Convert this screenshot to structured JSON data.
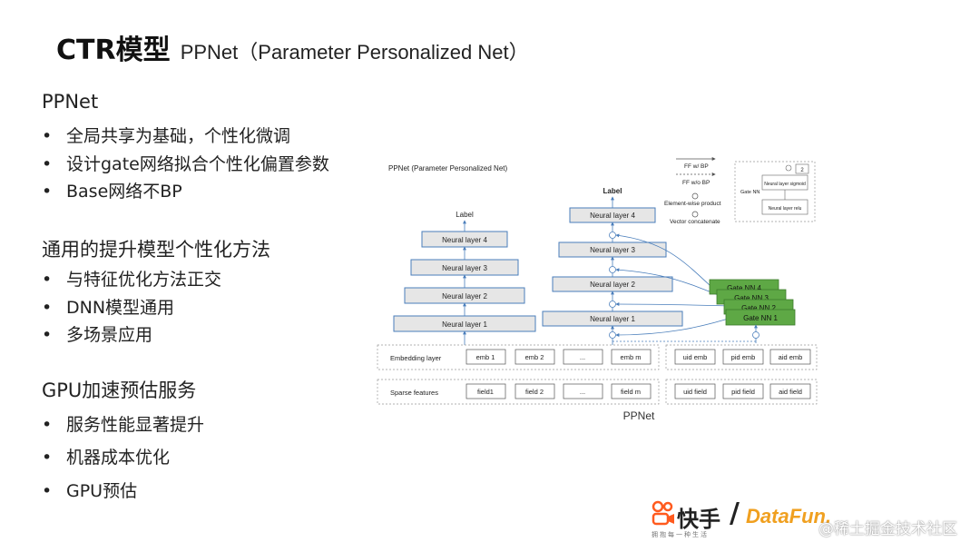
{
  "title": {
    "main": "CTR模型",
    "sub": "PPNet（Parameter Personalized Net）"
  },
  "sections": [
    {
      "heading": "PPNet",
      "bullets": [
        "全局共享为基础，个性化微调",
        "设计gate网络拟合个性化偏置参数",
        "Base网络不BP"
      ]
    },
    {
      "heading": "通用的提升模型个性化方法",
      "bullets": [
        "与特征优化方法正交",
        "DNN模型通用",
        "多场景应用"
      ]
    },
    {
      "heading": "GPU加速预估服务",
      "bullets": [
        "服务性能显著提升",
        "机器成本优化",
        "GPU预估"
      ]
    }
  ],
  "bullet_char": "•",
  "diagram": {
    "header": "PPNet (Parameter Personalized Net)",
    "left_net": {
      "label": "Label",
      "layers": [
        "Neural layer 4",
        "Neural layer 3",
        "Neural layer 2",
        "Neural layer 1"
      ]
    },
    "right_net": {
      "label": "Label",
      "layers": [
        "Neural layer 4",
        "Neural layer 3",
        "Neural layer 2",
        "Neural layer 1"
      ]
    },
    "gates": [
      "Gate NN 4",
      "Gate NN 3",
      "Gate NN 2",
      "Gate NN 1"
    ],
    "legend": {
      "ff_bp": "FF w/ BP",
      "ff_no_bp": "FF w/o BP",
      "elementwise": "Element-wise product",
      "concat": "Vector concatenate"
    },
    "gate_detail": {
      "title": "Gate NN",
      "top_box": "Neural layer sigmoid",
      "bottom_box": "Neural layer relu",
      "multiplier": "2"
    },
    "embedding_row": {
      "label": "Embedding layer",
      "cells": [
        "emb 1",
        "emb 2",
        "...",
        "emb m"
      ],
      "right_cells": [
        "uid emb",
        "pid emb",
        "aid emb"
      ]
    },
    "sparse_row": {
      "label": "Sparse features",
      "cells": [
        "field1",
        "field 2",
        "...",
        "field m"
      ],
      "right_cells": [
        "uid field",
        "pid field",
        "aid field"
      ]
    },
    "caption": "PPNet",
    "colors": {
      "layer_fill": "#e6e6e6",
      "layer_stroke": "#4a7ebb",
      "gate_fill": "#5ea845"
    }
  },
  "footer": {
    "brand": "快手",
    "slogan": "拥抱每一种生活",
    "slash": "/",
    "partner": "DataFun.",
    "watermark": "@稀土掘金技术社区"
  }
}
